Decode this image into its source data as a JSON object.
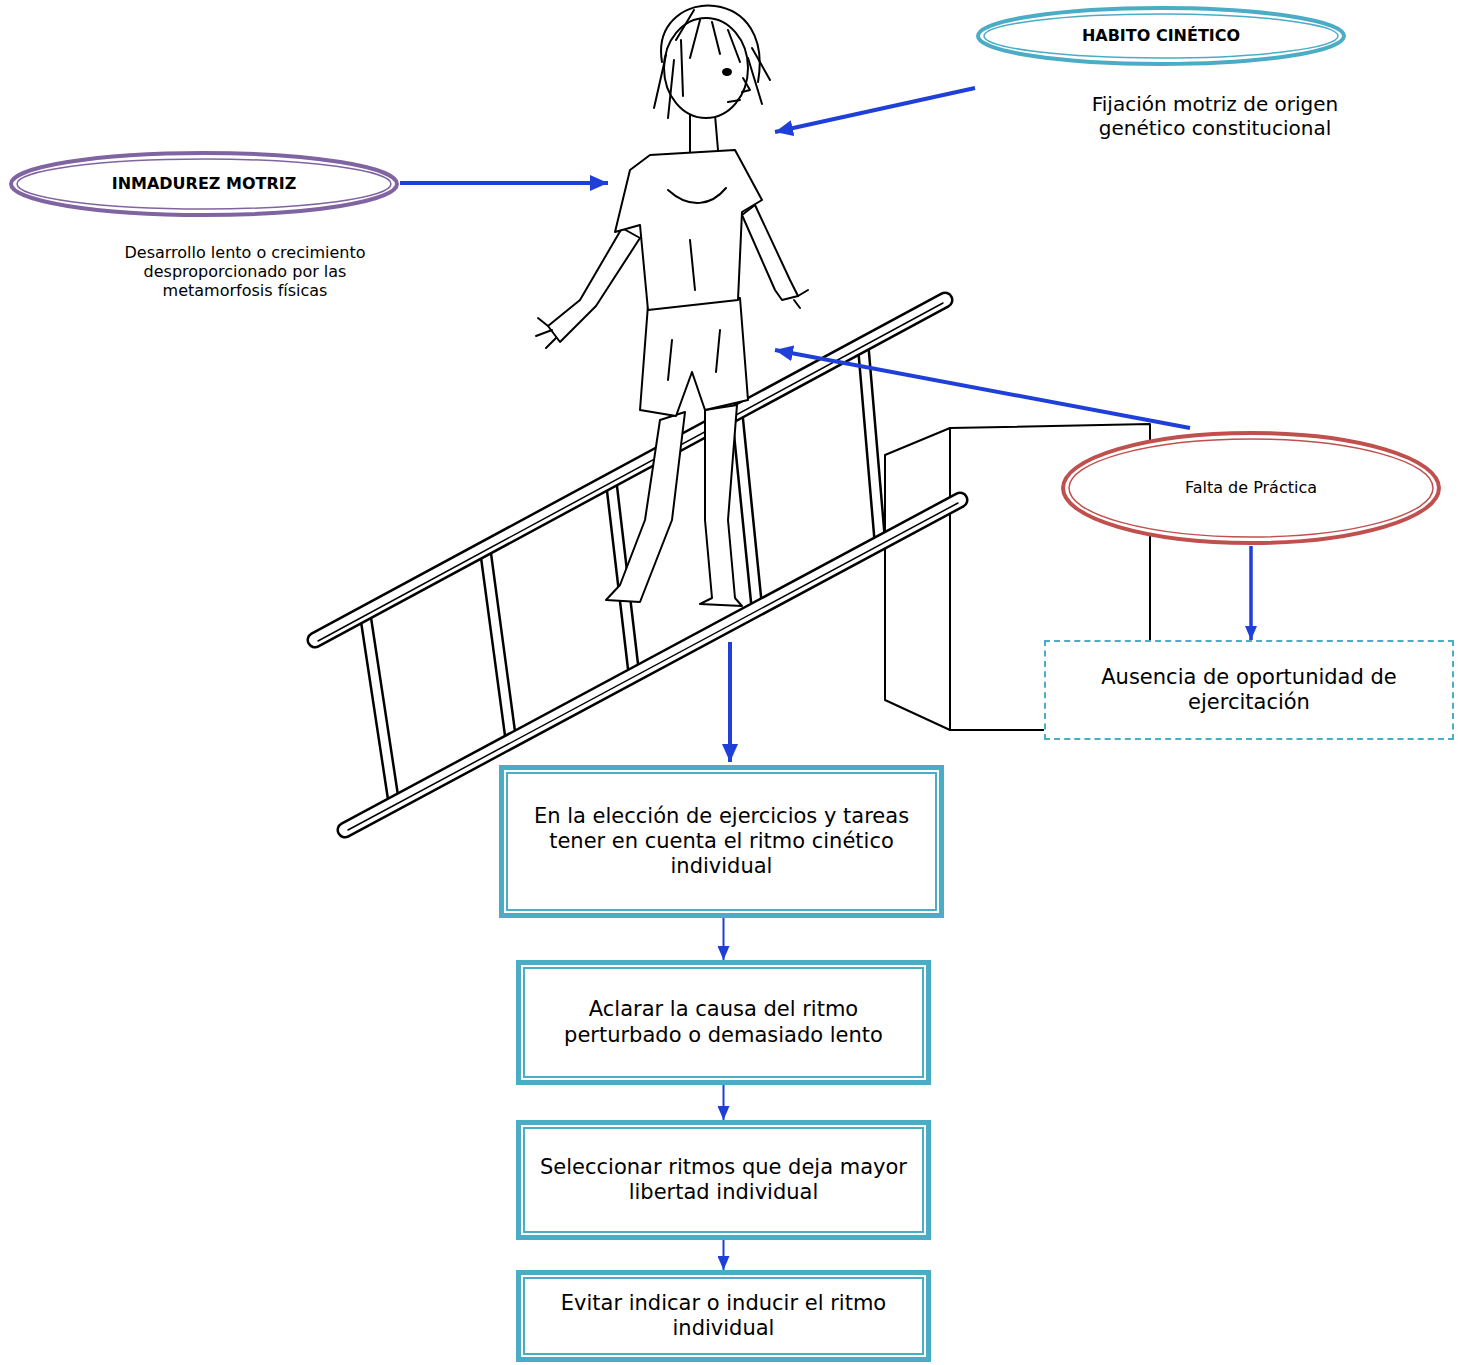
{
  "diagram": {
    "nodes": [
      {
        "text": [
          "HABITO CINÉTICO"
        ]
      },
      {
        "text": [
          "INMADUREZ MOTRIZ"
        ]
      },
      {
        "text": [
          "Falta de Práctica"
        ]
      },
      {
        "text": [
          "Ausencia de oportunidad de ejercitación"
        ]
      },
      {
        "text": [
          "En la elección de ejercicios y tareas tener en cuenta el ritmo cinético individual"
        ]
      },
      {
        "text": [
          "Aclarar la causa del ritmo perturbado o demasiado lento"
        ]
      },
      {
        "text": [
          "Seleccionar ritmos que deja mayor libertad individual"
        ]
      },
      {
        "text": [
          "Evitar indicar o inducir el ritmo individual"
        ]
      }
    ],
    "edges": [
      {
        "from": 2,
        "to": 3,
        "arrow": "to"
      },
      {
        "from": 4,
        "to": 5,
        "arrow": "to"
      },
      {
        "from": 5,
        "to": 6,
        "arrow": "to"
      },
      {
        "from": 6,
        "to": 7,
        "arrow": "to"
      }
    ],
    "labels": [
      "Fijación motriz de origen genético constitucional",
      "Desarrollo lento o crecimiento desproporcionado por las metamorfosis físicas"
    ]
  }
}
